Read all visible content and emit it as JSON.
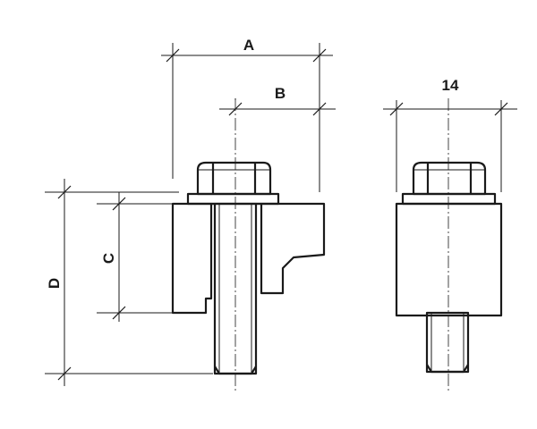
{
  "dimensions": {
    "a": "A",
    "b": "B",
    "c": "C",
    "d": "D",
    "width": "14"
  }
}
